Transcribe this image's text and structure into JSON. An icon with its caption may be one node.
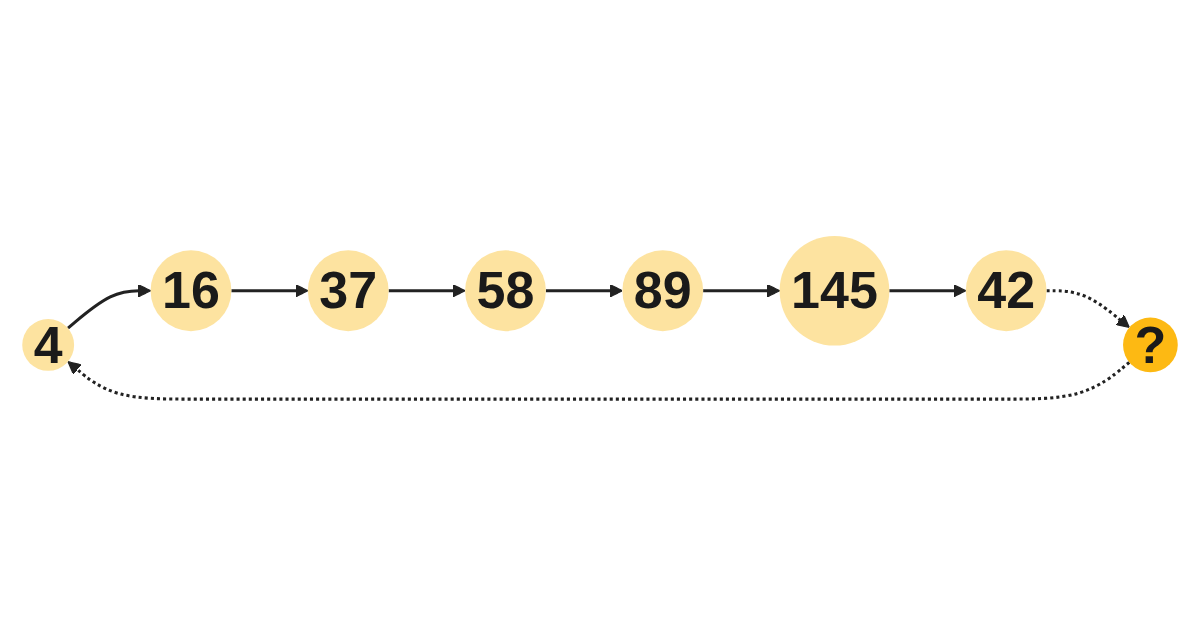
{
  "diagram": {
    "nodes": [
      {
        "text": [
          "4"
        ]
      },
      {
        "text": [
          "16"
        ]
      },
      {
        "text": [
          "37"
        ]
      },
      {
        "text": [
          "58"
        ]
      },
      {
        "text": [
          "89"
        ]
      },
      {
        "text": [
          "145"
        ]
      },
      {
        "text": [
          "42"
        ]
      },
      {
        "text": [
          "?"
        ]
      }
    ],
    "edges": [
      {
        "from": 0,
        "to": 1,
        "arrow": "to"
      },
      {
        "from": 1,
        "to": 2,
        "arrow": "to"
      },
      {
        "from": 2,
        "to": 3,
        "arrow": "to"
      },
      {
        "from": 3,
        "to": 4,
        "arrow": "to"
      },
      {
        "from": 4,
        "to": 5,
        "arrow": "to"
      },
      {
        "from": 5,
        "to": 6,
        "arrow": "to"
      },
      {
        "from": 6,
        "to": 7,
        "arrow": "to",
        "style": "dashed"
      },
      {
        "from": 7,
        "to": 0,
        "arrow": "to",
        "style": "dashed"
      }
    ]
  }
}
